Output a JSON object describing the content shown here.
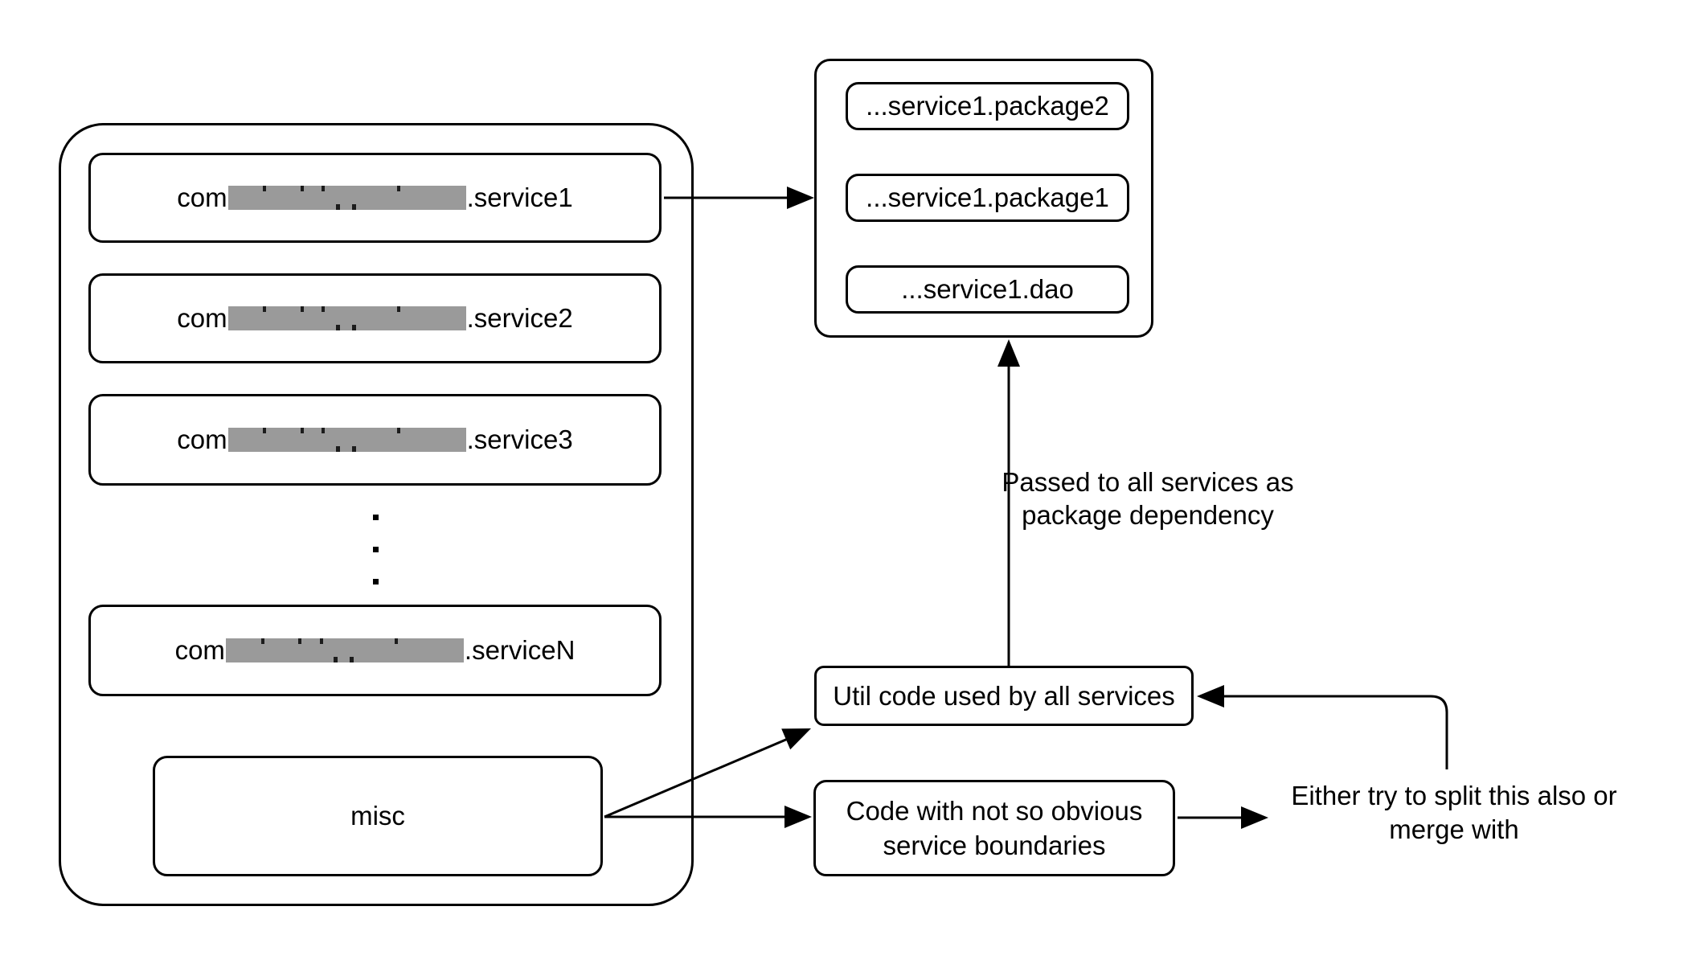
{
  "diagram": {
    "services_group": {
      "services": [
        {
          "prefix": "com",
          "redacted": true,
          "suffix": ".service1"
        },
        {
          "prefix": "com",
          "redacted": true,
          "suffix": ".service2"
        },
        {
          "prefix": "com",
          "redacted": true,
          "suffix": ".service3"
        },
        {
          "prefix": "com",
          "redacted": true,
          "suffix": ".serviceN"
        }
      ],
      "vertical_ellipsis": "⋮",
      "misc_label": "misc"
    },
    "package_group": {
      "packages": [
        "...service1.package2",
        "...service1.package1",
        "...service1.dao"
      ]
    },
    "util_box": {
      "label": "Util code used by all services"
    },
    "code_box": {
      "line1": "Code with not so obvious",
      "line2": "service boundaries"
    },
    "annotations": {
      "passed_line1": "Passed to all services as",
      "passed_line2": "package dependency",
      "either_line1": "Either try to split this also or",
      "either_line2": "merge with"
    },
    "colors": {
      "outline": "#000000",
      "redaction_fill": "#9a9a9a",
      "background": "#ffffff"
    }
  }
}
